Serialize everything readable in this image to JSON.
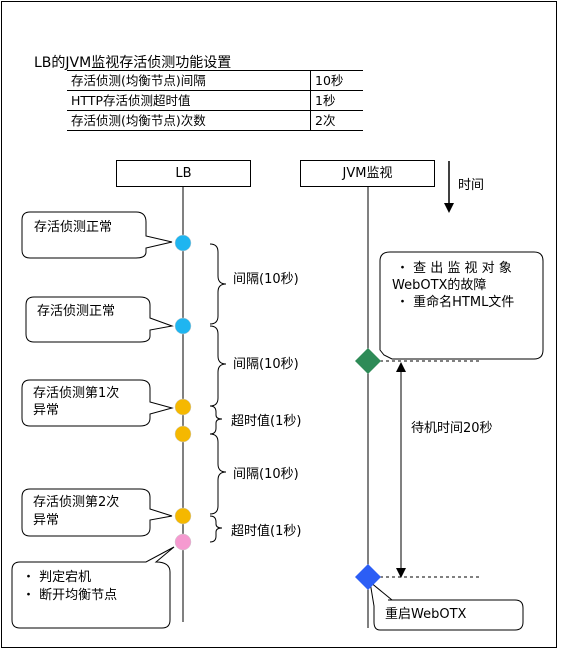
{
  "title": "LB的JVM监视存活侦测功能设置",
  "settings": [
    {
      "key": "存活侦测(均衡节点)间隔",
      "value": "10秒"
    },
    {
      "key": "HTTP存活侦测超时值",
      "value": "1秒"
    },
    {
      "key": "存活侦测(均衡节点)次数",
      "value": "2次"
    }
  ],
  "headers": {
    "lb": "LB",
    "jvm": "JVM监视"
  },
  "time_label": "时间",
  "callouts": {
    "c1": "存活侦测正常",
    "c2": "存活侦测正常",
    "c3_l1": "存活侦测第1次",
    "c3_l2": "异常",
    "c4_l1": "存活侦测第2次",
    "c4_l2": "异常",
    "c5_l1": "・ 判定宕机",
    "c5_l2": "・ 断开均衡节点",
    "jvm_l1": "・ 查 出 监 视 对 象",
    "jvm_l2": "WebOTX的故障",
    "jvm_l3": "・ 重命名HTML文件",
    "restart": "重启WebOTX"
  },
  "intervals": {
    "i1": "间隔(10秒)",
    "i2": "间隔(10秒)",
    "t1": "超时值(1秒)",
    "i3": "间隔(10秒)",
    "t2": "超时值(1秒)"
  },
  "wait_label": "待机时间20秒",
  "colors": {
    "normal": "#1fb5f0",
    "abnormal": "#f5b800",
    "down": "#f59ad0",
    "jvm_detect": "#2e8b57",
    "jvm_restart": "#2c5ef5"
  }
}
